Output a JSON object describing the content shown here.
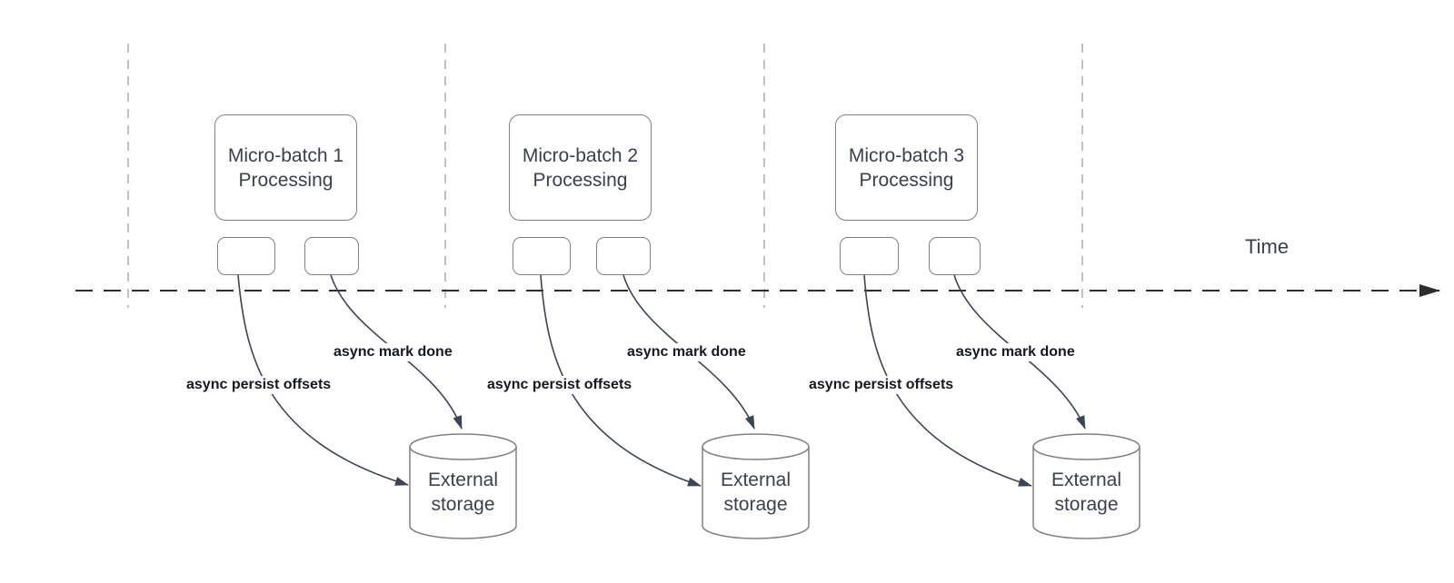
{
  "time_axis": {
    "label": "Time"
  },
  "batches": [
    {
      "box_label": "Micro-batch 1\nProcessing",
      "persist_label": "async persist offsets",
      "mark_done_label": "async mark done",
      "storage_label": "External\nstorage"
    },
    {
      "box_label": "Micro-batch 2\nProcessing",
      "persist_label": "async persist offsets",
      "mark_done_label": "async mark done",
      "storage_label": "External\nstorage"
    },
    {
      "box_label": "Micro-batch 3\nProcessing",
      "persist_label": "async persist offsets",
      "mark_done_label": "async mark done",
      "storage_label": "External\nstorage"
    }
  ],
  "colors": {
    "background": "#ffffff",
    "shape_stroke": "#808080",
    "shape_text": "#3a4149",
    "edge_stroke": "#3c4553",
    "edge_label_text": "#15181d",
    "guide_line": "#a6a6a6",
    "time_axis_line": "#2d2d2d"
  }
}
